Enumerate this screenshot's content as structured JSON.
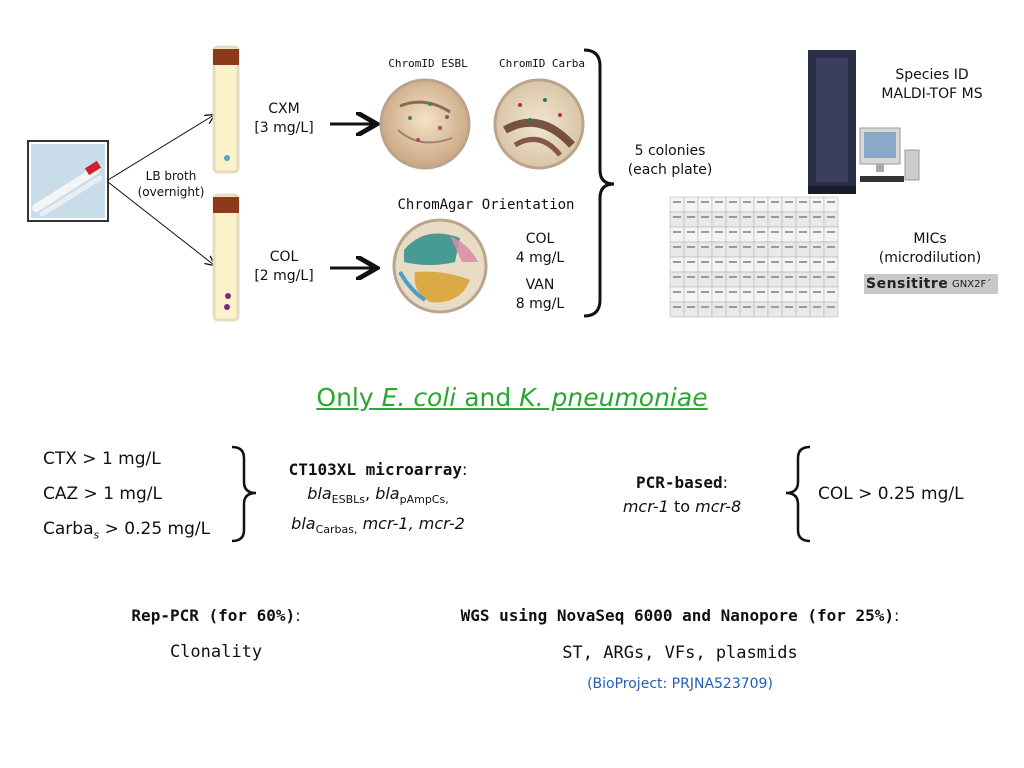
{
  "top": {
    "lb_broth": "LB broth",
    "overnight": "(overnight)",
    "cxm": "CXM",
    "cxm_conc": "[3 mg/L]",
    "col": "COL",
    "col_conc": "[2 mg/L]",
    "chromid_esbl": "ChromID ESBL",
    "chromid_carba": "ChromID Carba",
    "chromagar": "ChromAgar Orientation",
    "col2": "COL",
    "col2_conc": "4 mg/L",
    "van": "VAN",
    "van_conc": "8 mg/L",
    "colonies": "5 colonies",
    "each_plate": "(each plate)",
    "species_id": "Species ID",
    "maldi": "MALDI-TOF MS",
    "mics": "MICs",
    "microdilution": "(microdilution)",
    "sensititre": "Sensititre",
    "gnx2f": "GNX2F´"
  },
  "middle": {
    "only": "Only",
    "ecoli": "E. coli",
    "and": "and",
    "kpneu": "K. pneumoniae"
  },
  "criteria": {
    "ctx": "CTX > 1 mg/L",
    "caz": "CAZ > 1 mg/L",
    "carba": "Carba",
    "carba_sub": "s",
    "carba_rest": " > 0.25 mg/L",
    "col": "COL > 0.25 mg/L"
  },
  "microarray": {
    "title": "CT103XL microarray",
    "colon": ":",
    "bla1": "bla",
    "esbls": "ESBLs",
    "comma1": ", ",
    "bla2": "bla",
    "pampcs": "pAmpCs,",
    "bla3": "bla",
    "carbas": "Carbas,",
    "mcr": " mcr-1, mcr-2"
  },
  "pcr": {
    "title": "PCR-based",
    "colon": ":",
    "mcr1": "mcr-1",
    "to": " to ",
    "mcr8": "mcr-8"
  },
  "bottom": {
    "rep_title": "Rep-PCR (for 60%)",
    "rep_colon": ":",
    "clonality": "Clonality",
    "wgs_title": "WGS using NovaSeq 6000 and Nanopore (for 25%)",
    "wgs_colon": ":",
    "wgs_items": "ST, ARGs, VFs, plasmids",
    "bioproject": "(BioProject: PRJNA523709)"
  },
  "colors": {
    "green": "#2aa631",
    "blue": "#1f5fb8",
    "tube_cap": "#8b3a1a",
    "tube_body": "#fbf2c8"
  },
  "icons": [
    "swab-image",
    "tube-icon",
    "agar-plate",
    "maldi-tof-machine",
    "computer-monitor",
    "mic-plate-grid"
  ]
}
